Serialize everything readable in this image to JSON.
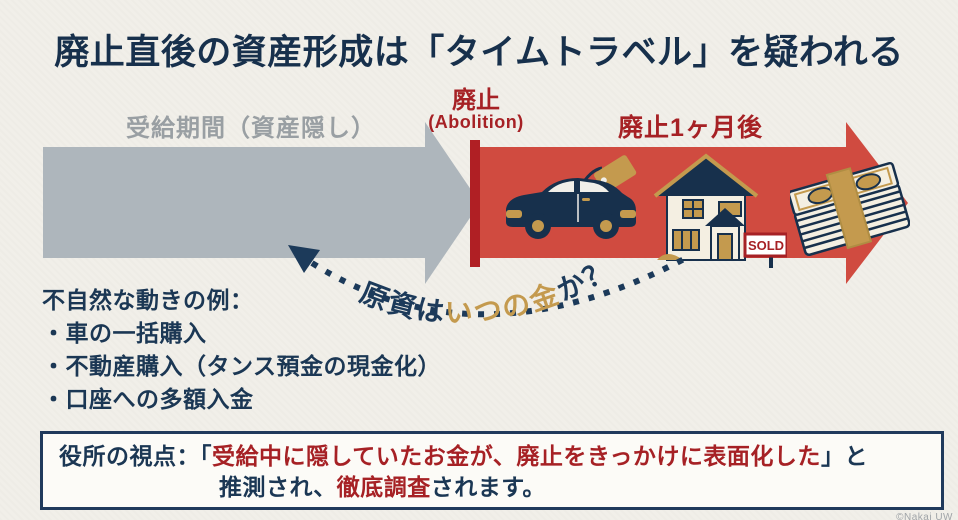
{
  "title": "廃止直後の資産形成は「タイムトラベル」を疑われる",
  "timeline": {
    "period_label": "受給期間（資産隠し）",
    "abolition_label": "廃止",
    "abolition_sub": "(Abolition)",
    "after_label": "廃止1ヶ月後"
  },
  "arc_question": {
    "part1": "原資は",
    "part2": "いつの金",
    "part3": "か？"
  },
  "icons": {
    "car": "car-icon",
    "house": "sold-house-icon",
    "money": "cash-stack-icon",
    "sold_label": "SOLD"
  },
  "examples": {
    "heading": "不自然な動きの例：",
    "items": [
      "・車の一括購入",
      "・不動産購入（タンス預金の現金化）",
      "・口座への多額入金"
    ]
  },
  "office_box": {
    "line1_prefix": "役所の視点：「",
    "line1_red": "受給中に隠していたお金が、廃止をきっかけに表面化した",
    "line1_suffix": "」と",
    "line2_prefix": "推測され、",
    "line2_red": "徹底調査",
    "line2_suffix": "されます。"
  },
  "watermark": "©Nakai UW",
  "colors": {
    "background": "#f1efe9",
    "navy": "#17304c",
    "gray_arrow": "#aeb6bc",
    "gray_text": "#999fa3",
    "red_arrow": "#d04b40",
    "dark_red": "#a62125",
    "red_bar": "#b01f24",
    "gold": "#c49a4e"
  }
}
